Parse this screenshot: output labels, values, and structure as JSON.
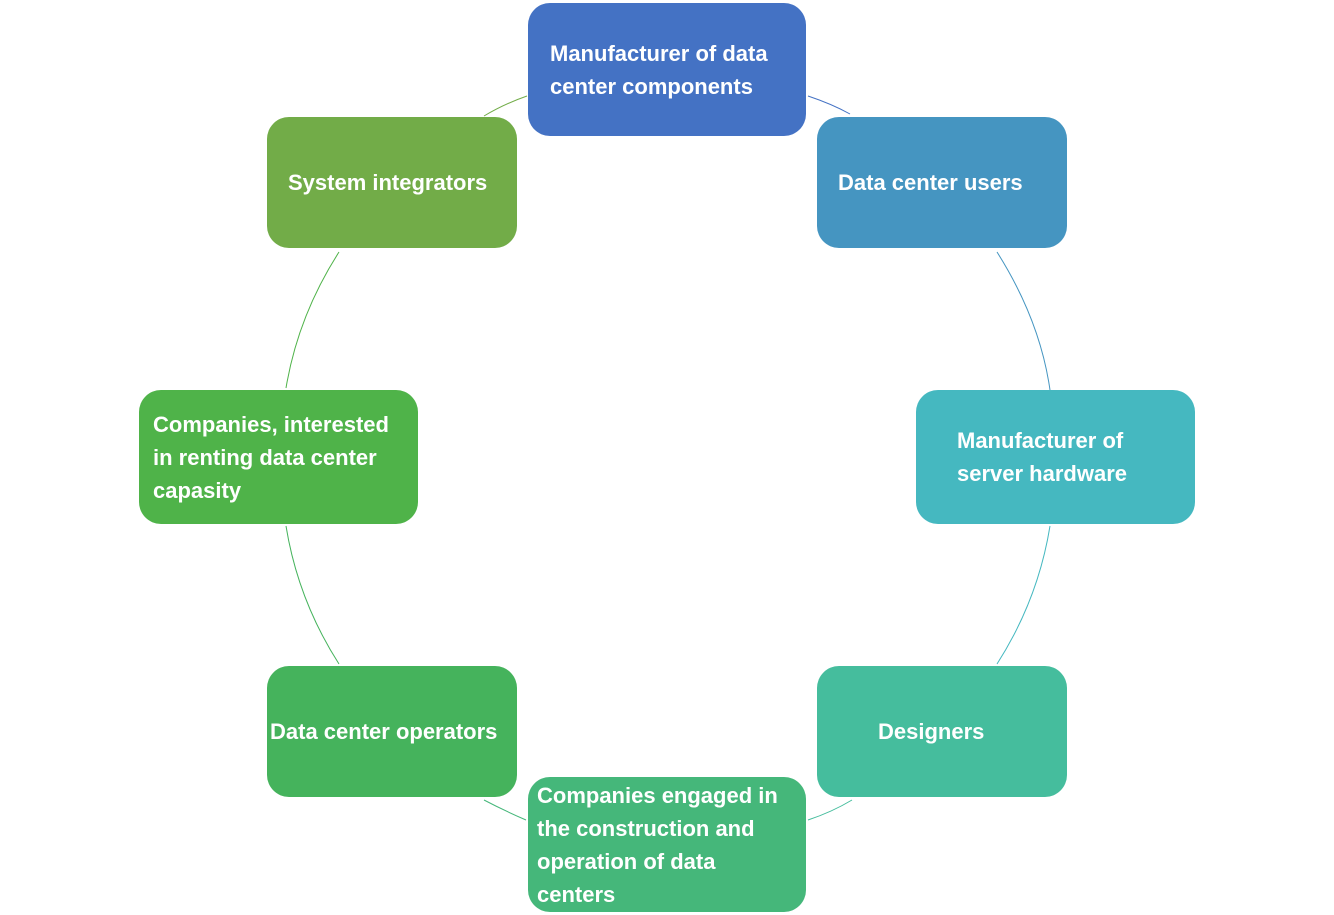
{
  "diagram": {
    "nodes": [
      {
        "label": "Manufacturer of data\ncenter components",
        "color": "#4472c4"
      },
      {
        "label": "Data center users",
        "color": "#4595c1"
      },
      {
        "label": "Manufacturer of\nserver hardware",
        "color": "#45b8c0"
      },
      {
        "label": "Designers",
        "color": "#45bd9d"
      },
      {
        "label": "Companies engaged in\nthe construction and\noperation of data\ncenters",
        "color": "#45b77a"
      },
      {
        "label": "Data center operators",
        "color": "#45b35c"
      },
      {
        "label": "Companies, interested\nin renting data center\ncapasity",
        "color": "#4fb349"
      },
      {
        "label": "System integrators",
        "color": "#72ac48"
      }
    ]
  }
}
